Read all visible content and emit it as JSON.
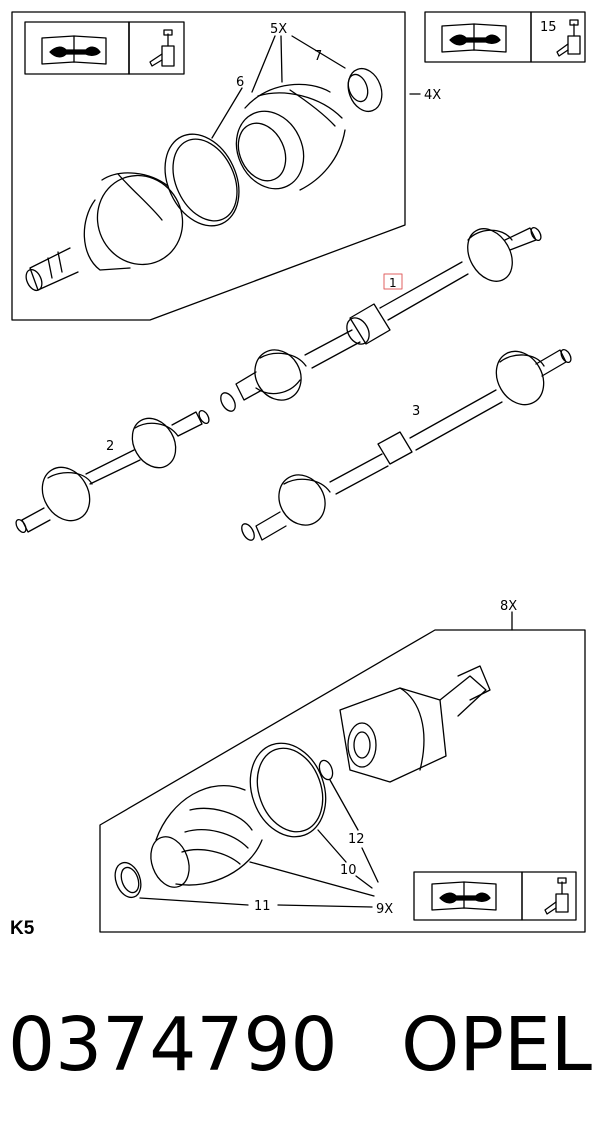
{
  "callouts": {
    "c1": "1",
    "c2": "2",
    "c3": "3",
    "c4x": "4X",
    "c5x": "5X",
    "c6": "6",
    "c7": "7",
    "c8x": "8X",
    "c9x": "9X",
    "c10": "10",
    "c11": "11",
    "c12": "12",
    "c15": "15"
  },
  "icons": [
    "manual-book-icon",
    "grease-gun-icon"
  ],
  "page_code": "K5",
  "part_number": "0374790",
  "brand": "OPEL",
  "colors": {
    "line": "#000000",
    "highlight_box": "#e06060"
  }
}
